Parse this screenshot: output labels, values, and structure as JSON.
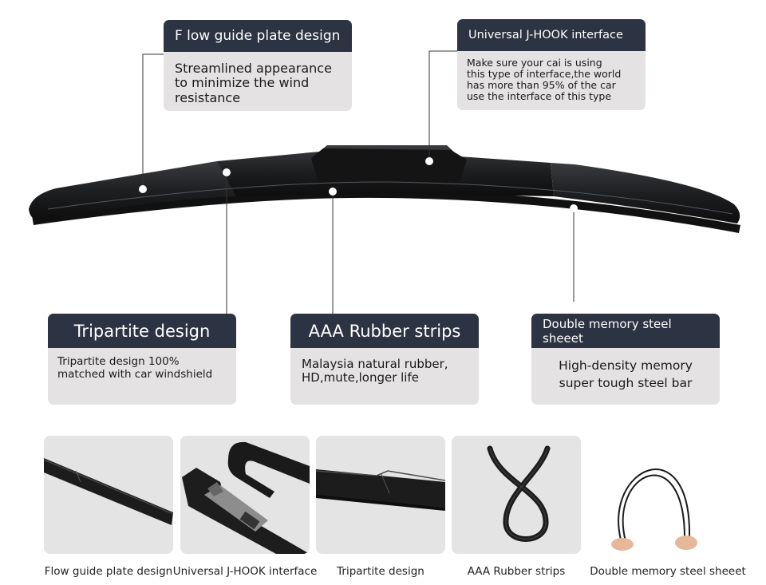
{
  "callouts": {
    "flow": {
      "title": "F low guide plate design",
      "desc": [
        "Streamlined appearance",
        "to minimize the wind",
        "resistance"
      ]
    },
    "jhook": {
      "title": "Universal J-HOOK interface",
      "desc": [
        "Make sure your cai is using",
        "this type of interface,the world",
        "has more than 95% of the car",
        "use the interface of this type"
      ]
    },
    "tripartite": {
      "title": "Tripartite design",
      "desc": [
        "Tripartite design 100%",
        "matched with car windshield"
      ]
    },
    "rubber": {
      "title": "AAA Rubber strips",
      "desc": [
        "Malaysia natural rubber,",
        "HD,mute,longer life"
      ]
    },
    "steel": {
      "title": "Double memory steel sheeet",
      "desc": [
        "High-density memory",
        "super tough steel bar"
      ]
    }
  },
  "captions": [
    "Flow guide plate design",
    "Universal J-HOOK interface",
    "Tripartite design",
    "AAA Rubber strips",
    "Double memory steel sheeet"
  ],
  "colors": {
    "header": "#2c3342",
    "box": "#e4e2e2",
    "blade": "#1b1b1c"
  }
}
